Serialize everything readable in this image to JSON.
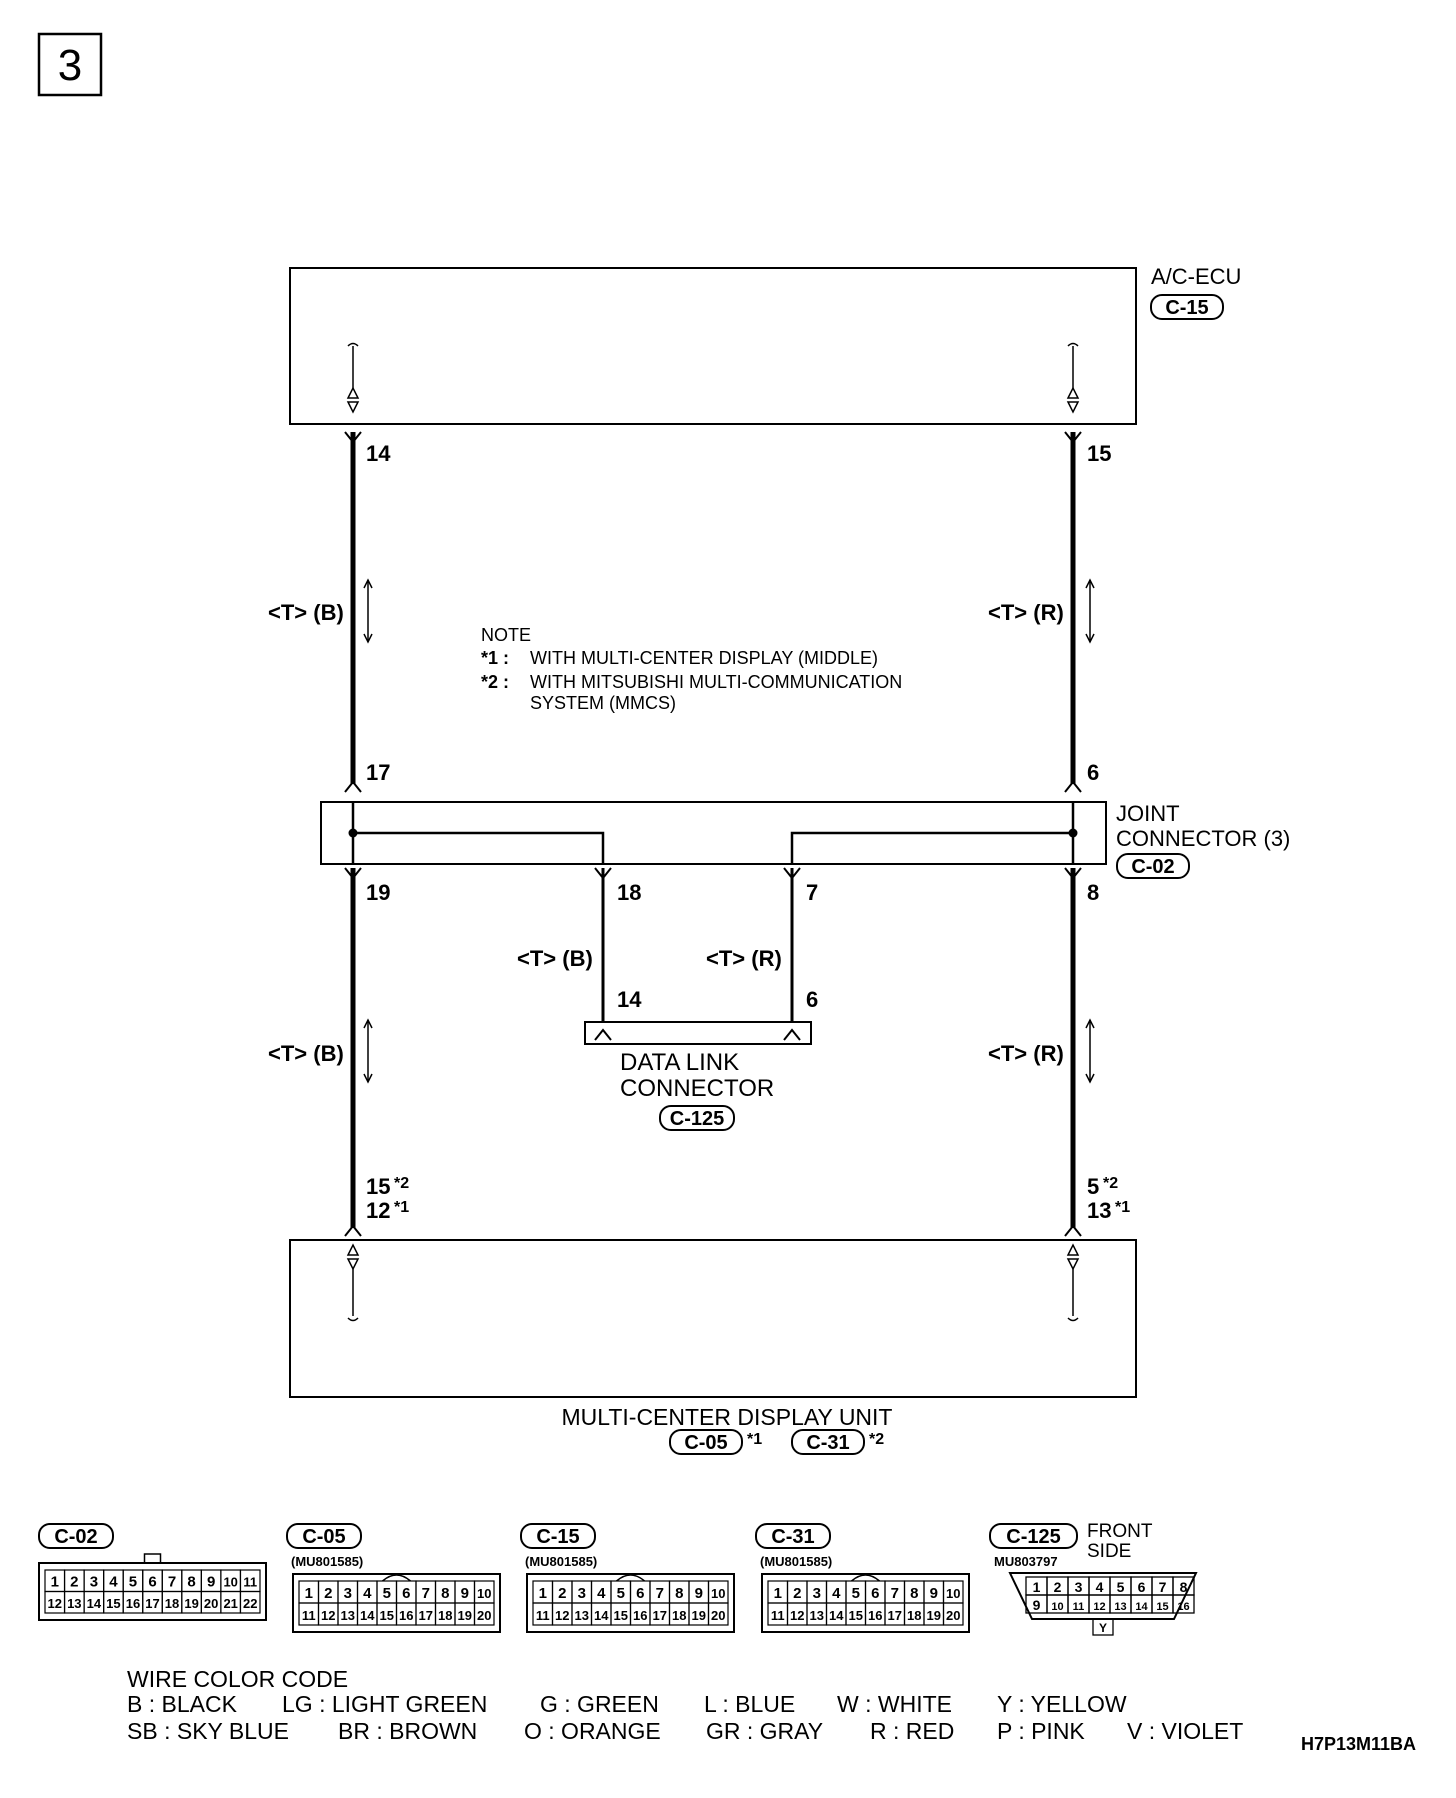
{
  "page_number": "3",
  "ac_ecu": {
    "name": "A/C-ECU",
    "connector": "C-15"
  },
  "pins": {
    "ecu_left": "14",
    "ecu_right": "15",
    "joint_top_left": "17",
    "joint_top_right": "6",
    "joint_bottom_left": "19",
    "joint_mid_left": "18",
    "joint_mid_right": "7",
    "joint_bottom_right": "8",
    "dlc_left": "14",
    "dlc_right": "6",
    "display_left_1": "15",
    "display_left_2": "12",
    "display_right_1": "5",
    "display_right_2": "13"
  },
  "wires": {
    "upper_left": "<T> (B)",
    "upper_right": "<T> (R)",
    "mid_left": "<T> (B)",
    "mid_right": "<T> (R)",
    "lower_left": "<T> (B)",
    "lower_right": "<T> (R)"
  },
  "note": {
    "title": "NOTE",
    "star1_mark": "*1 :",
    "star1_text": "WITH MULTI-CENTER DISPLAY (MIDDLE)",
    "star2_mark": "*2 :",
    "star2_line1": "WITH MITSUBISHI MULTI-COMMUNICATION",
    "star2_line2": "SYSTEM (MMCS)"
  },
  "joint_connector": {
    "line1": "JOINT",
    "line2": "CONNECTOR (3)",
    "connector": "C-02"
  },
  "data_link_connector": {
    "line1": "DATA LINK",
    "line2": "CONNECTOR",
    "connector": "C-125"
  },
  "display_unit": {
    "name": "MULTI-CENTER DISPLAY UNIT",
    "connector1": "C-05",
    "connector1_note": "*1",
    "connector2": "C-31",
    "connector2_note": "*2"
  },
  "star_marks": {
    "s1": "*1",
    "s2": "*2"
  },
  "connector_views": [
    {
      "id": "C-02",
      "part": "",
      "row1": [
        "1",
        "2",
        "3",
        "4",
        "5",
        "6",
        "7",
        "8",
        "9",
        "10",
        "11"
      ],
      "row2": [
        "12",
        "13",
        "14",
        "15",
        "16",
        "17",
        "18",
        "19",
        "20",
        "21",
        "22"
      ]
    },
    {
      "id": "C-05",
      "part": "(MU801585)",
      "row1": [
        "1",
        "2",
        "3",
        "4",
        "5",
        "6",
        "7",
        "8",
        "9",
        "10"
      ],
      "row2": [
        "11",
        "12",
        "13",
        "14",
        "15",
        "16",
        "17",
        "18",
        "19",
        "20"
      ]
    },
    {
      "id": "C-15",
      "part": "(MU801585)",
      "row1": [
        "1",
        "2",
        "3",
        "4",
        "5",
        "6",
        "7",
        "8",
        "9",
        "10"
      ],
      "row2": [
        "11",
        "12",
        "13",
        "14",
        "15",
        "16",
        "17",
        "18",
        "19",
        "20"
      ]
    },
    {
      "id": "C-31",
      "part": "(MU801585)",
      "row1": [
        "1",
        "2",
        "3",
        "4",
        "5",
        "6",
        "7",
        "8",
        "9",
        "10"
      ],
      "row2": [
        "11",
        "12",
        "13",
        "14",
        "15",
        "16",
        "17",
        "18",
        "19",
        "20"
      ]
    },
    {
      "id": "C-125",
      "part": "MU803797",
      "side_line1": "FRONT",
      "side_line2": "SIDE",
      "row1": [
        "1",
        "2",
        "3",
        "4",
        "5",
        "6",
        "7",
        "8"
      ],
      "row2": [
        "9",
        "10",
        "11",
        "12",
        "13",
        "14",
        "15",
        "16"
      ],
      "tab": "Y"
    }
  ],
  "wire_color_code": {
    "title": "WIRE COLOR CODE",
    "row1": [
      "B : BLACK",
      "LG : LIGHT GREEN",
      "G : GREEN",
      "L : BLUE",
      "W : WHITE",
      "Y : YELLOW"
    ],
    "row2": [
      "SB : SKY BLUE",
      "BR : BROWN",
      "O : ORANGE",
      "GR : GRAY",
      "R : RED",
      "P : PINK",
      "V : VIOLET"
    ]
  },
  "figure_code": "H7P13M11BA"
}
